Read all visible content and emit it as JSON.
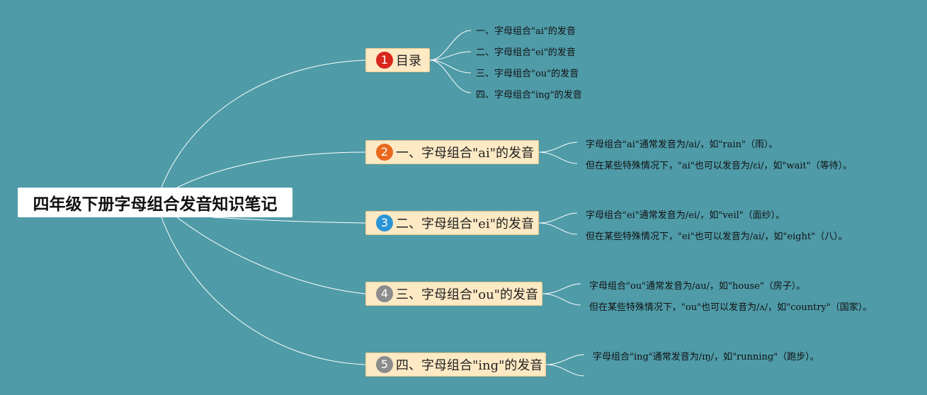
{
  "root": {
    "title": "四年级下册字母组合发音知识笔记"
  },
  "branches": [
    {
      "number": "1",
      "label": "目录",
      "badge_color": "#d9261c",
      "children": [
        "一、字母组合\"ai\"的发音",
        "二、字母组合\"ei\"的发音",
        "三、字母组合\"ou\"的发音",
        "四、字母组合\"ing\"的发音"
      ]
    },
    {
      "number": "2",
      "label": "一、字母组合\"ai\"的发音",
      "badge_color": "#e8691e",
      "children": [
        "字母组合\"ai\"通常发音为/ai/，如\"rain\"（雨）。",
        "但在某些特殊情况下，\"ai\"也可以发音为/ɛi/，如\"wait\"（等待）。"
      ]
    },
    {
      "number": "3",
      "label": "二、字母组合\"ei\"的发音",
      "badge_color": "#2a95d6",
      "children": [
        "字母组合\"ei\"通常发音为/ei/，如\"veil\"（面纱）。",
        "但在某些特殊情况下，\"ei\"也可以发音为/ai/，如\"eight\"（八）。"
      ]
    },
    {
      "number": "4",
      "label": "三、字母组合\"ou\"的发音",
      "badge_color": "#8c8c8c",
      "children": [
        "字母组合\"ou\"通常发音为/au/，如\"house\"（房子）。",
        "但在某些特殊情况下，\"ou\"也可以发音为/ʌ/，如\"country\"（国家）。"
      ]
    },
    {
      "number": "5",
      "label": "四、字母组合\"ing\"的发音",
      "badge_color": "#8c8c8c",
      "children": [
        "字母组合\"ing\"通常发音为/ɪŋ/，如\"running\"（跑步）。",
        ""
      ]
    }
  ]
}
